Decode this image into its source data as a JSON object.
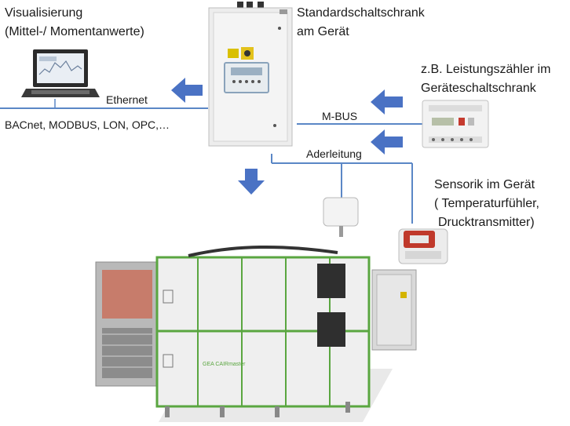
{
  "visualization": {
    "title_line1": "Visualisierung",
    "title_line2": "(Mittel-/ Momentanwerte)",
    "network_label": "Ethernet",
    "protocols": "BACnet, MODBUS, LON, OPC,…"
  },
  "cabinet": {
    "title_line1": "Standardschaltschrank",
    "title_line2": "am Gerät"
  },
  "meter": {
    "title_line1": "z.B. Leistungszähler im",
    "title_line2": "Geräteschaltschrank",
    "bus_label": "M-BUS"
  },
  "sensors": {
    "wire_label": "Aderleitung",
    "title_line1": "Sensorik im Gerät",
    "title_line2": "( Temperaturfühler,",
    "title_line3": "Drucktransmitter)"
  },
  "unit": {
    "brand": "GEA CAIRmaster"
  },
  "colors": {
    "arrow": "#4a72c4",
    "line": "#5b87c6",
    "frame_green": "#5aa640",
    "panel": "#ececec"
  }
}
